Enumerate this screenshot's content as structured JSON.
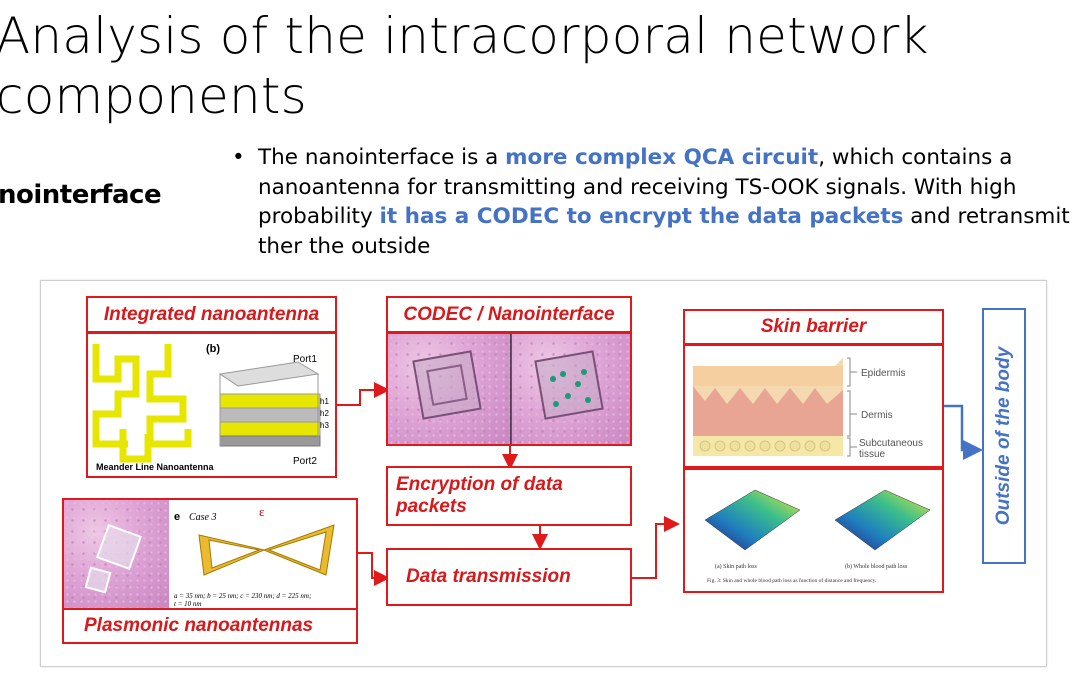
{
  "slide": {
    "title_line1": "Analysis of the intracorporal network",
    "title_line2": "components",
    "side_label": "nointerface"
  },
  "bullet": {
    "p1": "The nanointerface is a ",
    "h1": "more complex QCA circuit",
    "p2": ", which contains a nanoantenna for transmitting and receiving TS-OOK signals. With high probability ",
    "h2": "it has a CODEC to encrypt the data packets",
    "p3": " and retransmit ther the outside"
  },
  "diagram": {
    "integrated_nanoantenna": "Integrated nanoantenna",
    "codec": "CODEC / Nanointerface",
    "skin_barrier": "Skin barrier",
    "encryption": "Encryption of data packets",
    "data_transmission": "Data transmission",
    "plasmonic": "Plasmonic nanoantennas",
    "outside": "Outside of the body",
    "antenna_fig": {
      "tag_b": "(b)",
      "port1": "Port1",
      "port2": "Port2",
      "h1": "h1",
      "h2": "h2",
      "h3": "h3",
      "caption": "Meander Line Nanoantenna"
    },
    "plasmonic_fig": {
      "tag": "e",
      "case": "Case 3",
      "epsilon": "ε",
      "dims": "a = 35 nm; b = 25 nm; c = 230 nm; d = 225 nm;",
      "dims2": "t = 10 nm"
    },
    "skin_fig": {
      "epidermis": "Epidermis",
      "dermis": "Dermis",
      "subcutaneous": "Subcutaneous tissue"
    },
    "pathloss_fig": {
      "a": "(a) Skin path loss",
      "b": "(b) Whole blood path loss",
      "caption": "Fig. 3: Skin and whole blood path loss as function of distance and frequency."
    }
  },
  "colors": {
    "red": "#e0191b",
    "blue": "#4472c4"
  }
}
